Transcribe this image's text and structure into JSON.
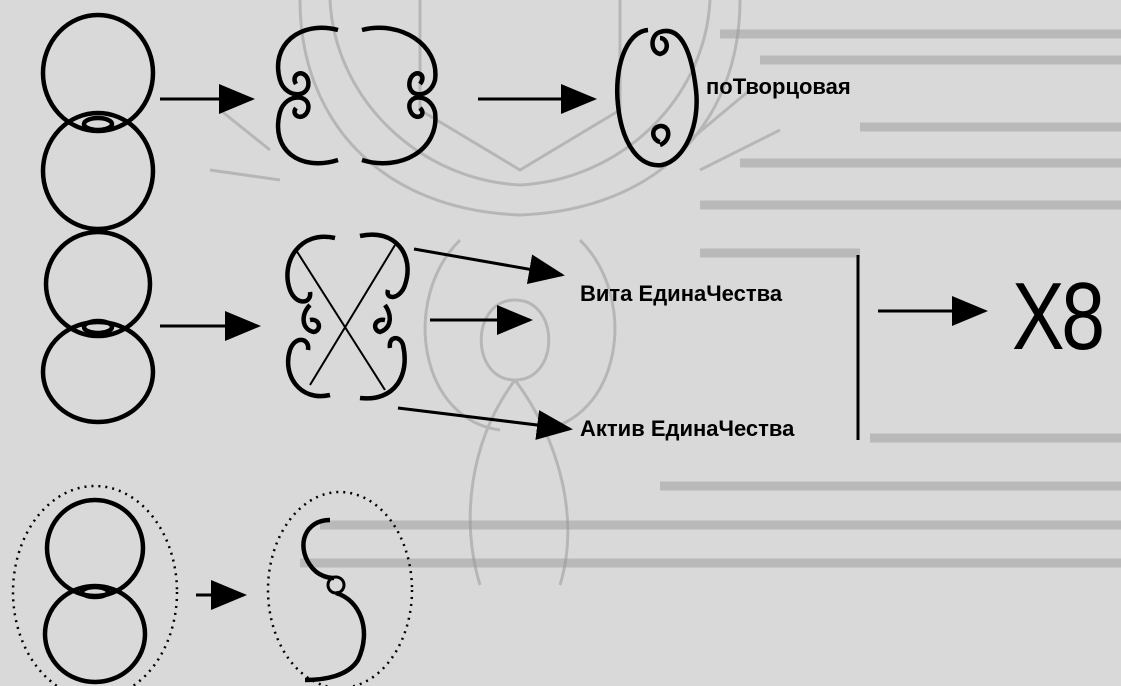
{
  "labels": {
    "potvortsovaya": "поТворцовая",
    "vita": "Вита ЕдинаЧества",
    "aktiv": "Актив ЕдинаЧества",
    "result": "Х8"
  },
  "colors": {
    "ink": "#000000",
    "paper": "#d9d9d9",
    "watermark": "#9a9a9a"
  }
}
